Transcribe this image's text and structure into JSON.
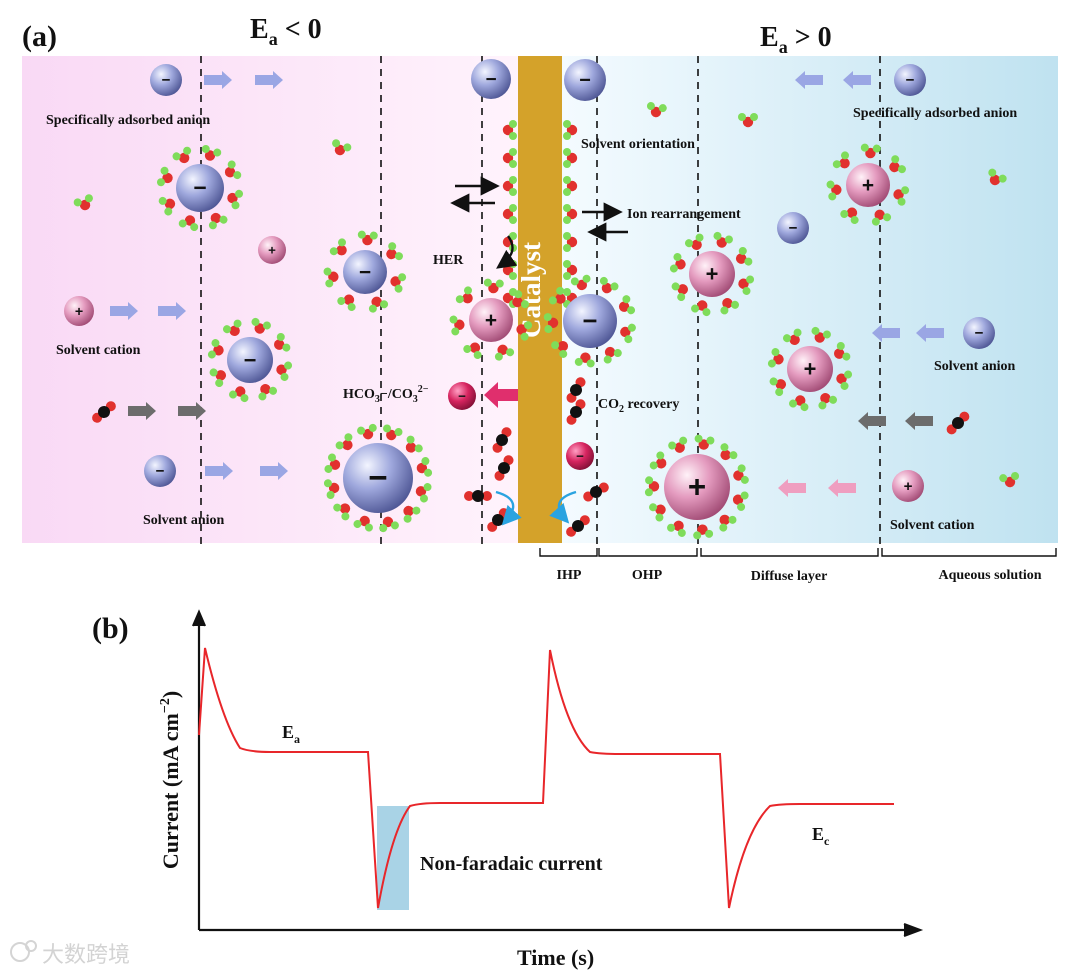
{
  "panel_a": {
    "label": "(a)",
    "left_condition": {
      "main": "E",
      "sub": "a",
      "rest": " < 0"
    },
    "right_condition": {
      "main": "E",
      "sub": "a",
      "rest": " > 0"
    },
    "catalyst": "Catalyst",
    "left_labels": {
      "specifically_adsorbed_anion": "Specifically adsorbed anion",
      "solvent_cation": "Solvent cation",
      "solvent_anion": "Solvent anion"
    },
    "right_labels": {
      "specifically_adsorbed_anion": "Specifically adsorbed anion",
      "solvent_anion": "Solvent anion",
      "solvent_cation": "Solvent cation"
    },
    "annotations": {
      "her": "HER",
      "solvent_orientation": "Solvent orientation",
      "ion_rearrangement": "Ion rearrangement",
      "bicarbonate_a": "HCO",
      "bicarbonate_b": "3",
      "bicarbonate_c": "−/CO",
      "bicarbonate_d": "3",
      "bicarbonate_e": "2−",
      "co2_a": "CO",
      "co2_b": "2",
      "co2_c": " recovery"
    },
    "regions": [
      "IHP",
      "OHP",
      "Diffuse layer",
      "Aqueous solution"
    ],
    "signs": {
      "minus": "−",
      "plus": "+"
    }
  },
  "panel_b": {
    "label": "(b)",
    "xlabel": "Time (s)",
    "ylabel_a": "Current (mA cm",
    "ylabel_b": "−2",
    "ylabel_c": ")",
    "ea_main": "E",
    "ea_sub": "a",
    "ec_main": "E",
    "ec_sub": "c",
    "shaded_label": "Non-faradaic current",
    "colors": {
      "trace": "#e8262a",
      "shade": "#a9d3e6"
    }
  },
  "watermark": "大数跨境"
}
